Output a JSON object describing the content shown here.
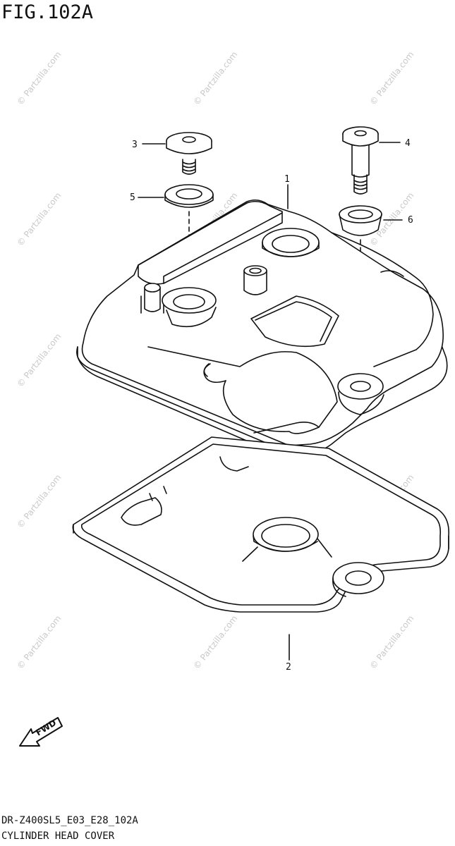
{
  "figure": {
    "title": "FIG.102A",
    "model_code": "DR-Z400SL5_E03_E28_102A",
    "name": "CYLINDER HEAD COVER"
  },
  "watermark": "© Partzilla.com",
  "fwd_label": "FWD",
  "callouts": [
    {
      "id": "callout-1",
      "label": "1",
      "part": "cylinder-head-cover"
    },
    {
      "id": "callout-2",
      "label": "2",
      "part": "head-cover-gasket"
    },
    {
      "id": "callout-3",
      "label": "3",
      "part": "bolt-short"
    },
    {
      "id": "callout-4",
      "label": "4",
      "part": "bolt-long"
    },
    {
      "id": "callout-5",
      "label": "5",
      "part": "washer"
    },
    {
      "id": "callout-6",
      "label": "6",
      "part": "grommet"
    }
  ],
  "colors": {
    "ink": "#111111",
    "watermark": "#c9c9c9",
    "background": "#ffffff"
  }
}
